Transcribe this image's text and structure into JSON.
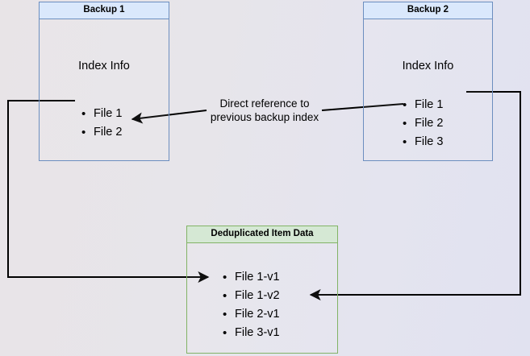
{
  "diagram": {
    "title": "Backup deduplication index reference diagram",
    "background_gradient_from": "#e8e4e7",
    "background_gradient_to": "#e1e2f0",
    "blue_border": "#6c8ebf",
    "blue_fill": "#dae8fc",
    "green_border": "#82b366",
    "green_fill": "#d5e8d4",
    "arrow_color": "#000000"
  },
  "backup1": {
    "header": "Backup 1",
    "index_label": "Index Info",
    "files": [
      "File 1",
      "File 2"
    ]
  },
  "backup2": {
    "header": "Backup 2",
    "index_label": "Index Info",
    "files": [
      "File 1",
      "File 2",
      "File 3"
    ]
  },
  "dedup": {
    "header": "Deduplicated Item Data",
    "items": [
      "File 1-v1",
      "File 1-v2",
      "File 2-v1",
      "File 3-v1"
    ]
  },
  "caption": {
    "line1": "Direct reference to",
    "line2": "previous backup index"
  },
  "connectors": [
    {
      "name": "backup2-index-to-backup1-index",
      "label": "Direct reference to previous backup index",
      "from": "Backup 2 Index Info",
      "to": "Backup 1 File 2"
    },
    {
      "name": "backup1-file1-to-dedup-file1v1",
      "from": "Backup 1 File 1",
      "to": "Deduplicated Item Data File 1-v1"
    },
    {
      "name": "backup2-file1-to-dedup-file1v2",
      "from": "Backup 2 File 1",
      "to": "Deduplicated Item Data File 1-v2"
    }
  ]
}
